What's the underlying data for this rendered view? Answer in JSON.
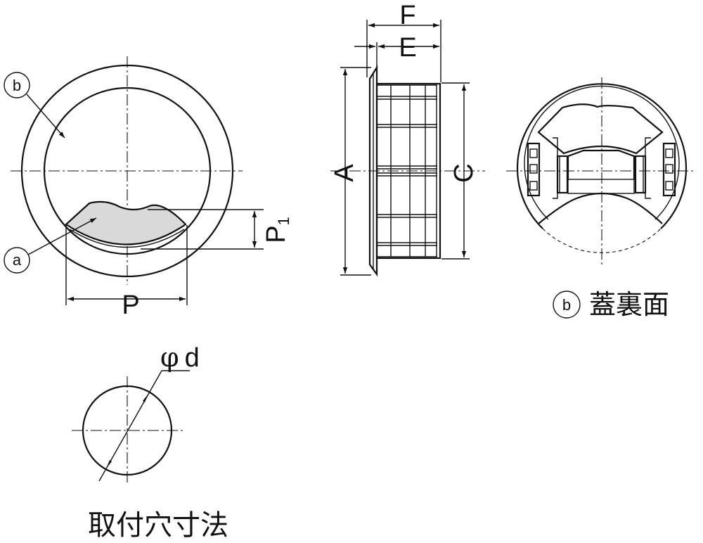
{
  "dimensions": {
    "A": "A",
    "C": "C",
    "E": "E",
    "F": "F",
    "P": "P",
    "P1_main": "P",
    "P1_sub": "1",
    "phi": "φ",
    "d": "d"
  },
  "callouts": {
    "a": "a",
    "b": "b",
    "b_view": "b"
  },
  "captions": {
    "lid_back": "蓋裏面",
    "mounting_hole": "取付穴寸法"
  }
}
